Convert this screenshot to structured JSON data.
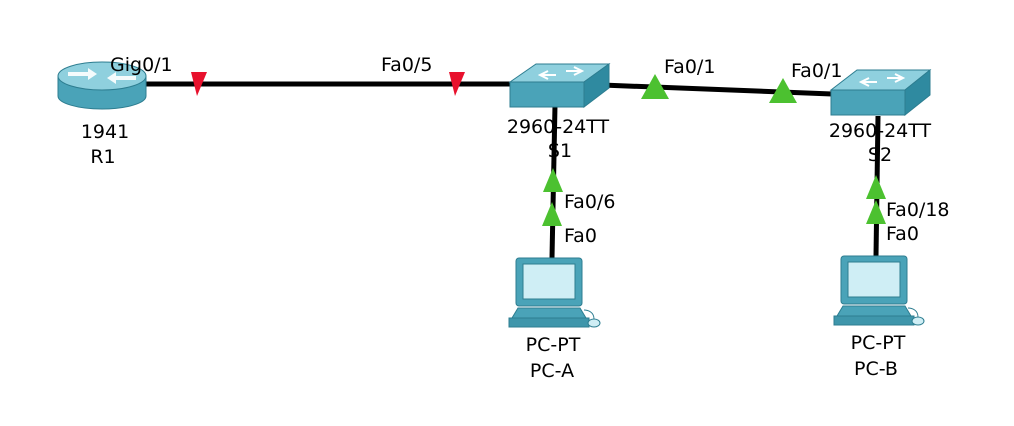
{
  "colors": {
    "link": "#000000",
    "status_down": "#e8112d",
    "status_up": "#4cc130",
    "device_fill": "#4aa3b8",
    "device_top": "#8fd0de",
    "device_edge": "#2d7d90"
  },
  "devices": {
    "r1": {
      "model": "1941",
      "name": "R1",
      "icon": "router-icon"
    },
    "s1": {
      "model": "2960-24TT",
      "name": "S1",
      "icon": "switch-icon"
    },
    "s2": {
      "model": "2960-24TT",
      "name": "S2",
      "icon": "switch-icon"
    },
    "pca": {
      "model": "PC-PT",
      "name": "PC-A",
      "icon": "pc-icon"
    },
    "pcb": {
      "model": "PC-PT",
      "name": "PC-B",
      "icon": "pc-icon"
    }
  },
  "links": {
    "r1_s1": {
      "a_port": "Gig0/1",
      "b_port": "Fa0/5",
      "status": "down"
    },
    "s1_s2": {
      "a_port": "Fa0/1",
      "b_port": "Fa0/1",
      "status": "up"
    },
    "s1_pca": {
      "a_port": "Fa0/6",
      "b_port": "Fa0",
      "status": "up"
    },
    "s2_pcb": {
      "a_port": "Fa0/18",
      "b_port": "Fa0",
      "status": "up"
    }
  }
}
